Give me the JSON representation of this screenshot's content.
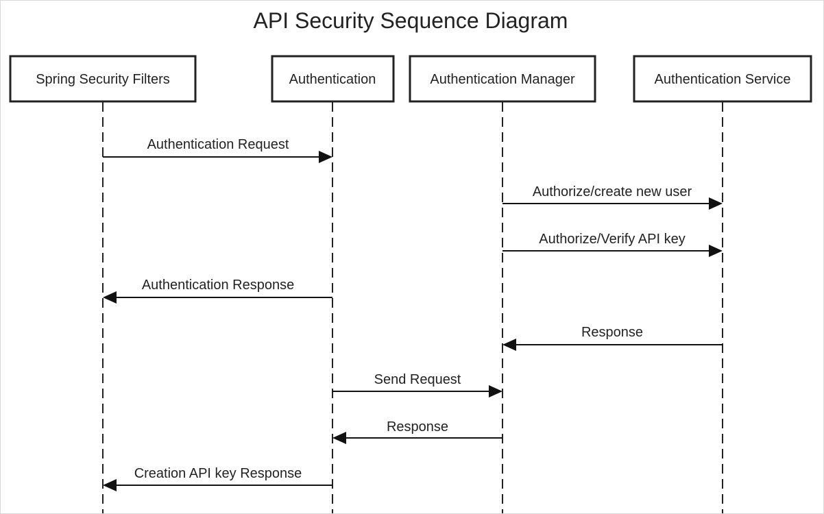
{
  "diagram": {
    "title": "API Security Sequence Diagram",
    "actors": [
      {
        "id": "filters",
        "label": "Spring Security Filters"
      },
      {
        "id": "authentication",
        "label": "Authentication"
      },
      {
        "id": "manager",
        "label": "Authentication Manager"
      },
      {
        "id": "service",
        "label": "Authentication Service"
      }
    ],
    "messages": [
      {
        "from": "filters",
        "to": "authentication",
        "label": "Authentication Request"
      },
      {
        "from": "manager",
        "to": "service",
        "label": "Authorize/create new user"
      },
      {
        "from": "manager",
        "to": "service",
        "label": "Authorize/Verify API key"
      },
      {
        "from": "authentication",
        "to": "filters",
        "label": "Authentication Response"
      },
      {
        "from": "service",
        "to": "manager",
        "label": "Response"
      },
      {
        "from": "authentication",
        "to": "manager",
        "label": "Send Request"
      },
      {
        "from": "manager",
        "to": "authentication",
        "label": "Response"
      },
      {
        "from": "authentication",
        "to": "filters",
        "label": "Creation API key Response"
      }
    ]
  }
}
